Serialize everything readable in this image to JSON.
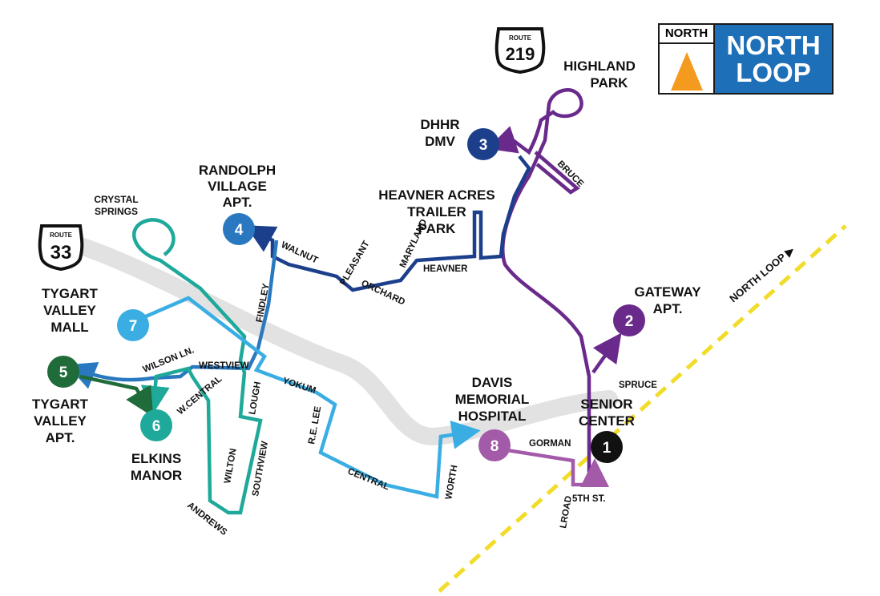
{
  "colors": {
    "purple": "#6a2a8c",
    "navy": "#1c3f8c",
    "blue": "#2a79c0",
    "sky": "#3aaee3",
    "teal": "#1ea99a",
    "green": "#1f6b3a",
    "lavender": "#a35aa8",
    "black": "#111111",
    "gray_road": "#e2e2e2",
    "yellow_dash": "#f2dc2a",
    "legend_blue": "#1d6fb8",
    "arrow_orange": "#f49a1e"
  },
  "legend": {
    "north_label": "NORTH",
    "title_line1": "NORTH",
    "title_line2": "LOOP",
    "icon": "north-arrow-icon"
  },
  "route_shields": [
    {
      "id": "219",
      "word": "ROUTE",
      "number": "219",
      "icon": "us-route-shield-icon"
    },
    {
      "id": "33",
      "word": "ROUTE",
      "number": "33",
      "icon": "us-route-shield-icon"
    }
  ],
  "north_loop_marker": "NORTH LOOP ▶",
  "stops": [
    {
      "number": "1",
      "name_lines": [
        "SENIOR",
        "CENTER"
      ],
      "color": "#111111"
    },
    {
      "number": "2",
      "name_lines": [
        "GATEWAY",
        "APT."
      ],
      "color": "#6a2a8c"
    },
    {
      "number": "3",
      "name_lines": [
        "DHHR",
        "DMV"
      ],
      "color": "#1c3f8c"
    },
    {
      "number": "4",
      "name_lines": [
        "RANDOLPH",
        "VILLAGE",
        "APT."
      ],
      "color": "#2a79c0"
    },
    {
      "number": "5",
      "name_lines": [
        "TYGART",
        "VALLEY",
        "APT."
      ],
      "color": "#1f6b3a"
    },
    {
      "number": "6",
      "name_lines": [
        "ELKINS",
        "MANOR"
      ],
      "color": "#1ea99a"
    },
    {
      "number": "7",
      "name_lines": [
        "TYGART",
        "VALLEY",
        "MALL"
      ],
      "color": "#3aaee3"
    },
    {
      "number": "8",
      "name_lines": [
        "DAVIS",
        "MEMORIAL",
        "HOSPITAL"
      ],
      "color": "#a35aa8"
    }
  ],
  "places": {
    "highland_park": [
      "HIGHLAND",
      "PARK"
    ],
    "heavner_acres": [
      "HEAVNER ACRES",
      "TRAILER",
      "PARK"
    ],
    "crystal_springs": [
      "CRYSTAL",
      "SPRINGS"
    ]
  },
  "streets": {
    "bruce": "BRUCE",
    "walnut": "WALNUT",
    "pleasant": "PLEASANT",
    "orchard": "ORCHARD",
    "maryland": "MARYLAND",
    "heavner": "HEAVNER",
    "findley": "FINDLEY",
    "wilson_ln": "WILSON LN.",
    "westview": "WESTVIEW",
    "yokum": "YOKUM",
    "w_central": "W.CENTRAL",
    "lough": "LOUGH",
    "re_lee": "R.E. LEE",
    "wilton": "WILTON",
    "southview": "SOUTHVIEW",
    "andrews": "ANDREWS",
    "central": "CENTRAL",
    "worth": "WORTH",
    "gorman": "GORMAN",
    "spruce": "SPRUCE",
    "fifth_st": "5TH ST.",
    "lroad": "LROAD"
  }
}
